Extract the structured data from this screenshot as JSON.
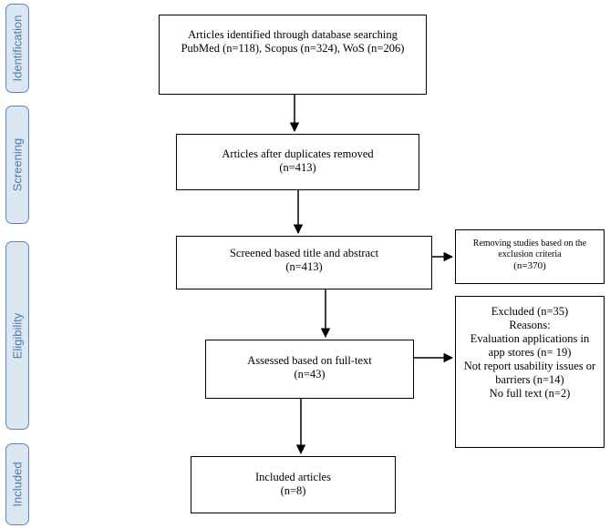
{
  "stages": {
    "identification": "Identification",
    "screening": "Screening",
    "eligibility": "Eligibility",
    "included": "Included"
  },
  "boxes": {
    "identified": {
      "line1": "Articles identified through database searching",
      "line2": "PubMed (n=118), Scopus (n=324), WoS (n=206)"
    },
    "duplicates_removed": {
      "line1": "Articles after duplicates removed",
      "line2": "(n=413)"
    },
    "screened": {
      "line1": "Screened based title and abstract",
      "line2": "(n=413)"
    },
    "removed_exclusion": {
      "line1": "Removing studies based on the",
      "line2": "exclusion criteria",
      "line3": "(n=370)"
    },
    "assessed": {
      "line1": "Assessed based on full-text",
      "line2": "(n=43)"
    },
    "excluded": {
      "line1": "Excluded (n=35)",
      "line2": "Reasons:",
      "line3": "Evaluation applications in",
      "line4": "app stores (n= 19)",
      "line5": "Not report usability issues or",
      "line6": "barriers (n=14)",
      "line7": "No full text (n=2)"
    },
    "included": {
      "line1": "Included articles",
      "line2": "(n=8)"
    }
  }
}
